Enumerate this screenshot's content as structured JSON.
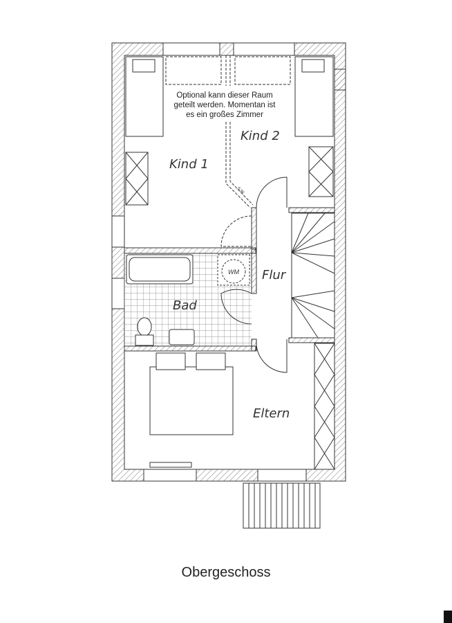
{
  "title": "Obergeschoss",
  "note": "Optional kann dieser Raum geteilt werden. Momentan ist es ein großes Zimmer",
  "rooms": {
    "kind1": "Kind 1",
    "kind2": "Kind 2",
    "flur": "Flur",
    "bad": "Bad",
    "eltern": "Eltern"
  },
  "fixtures": {
    "washing_machine": "WM",
    "wardrobe_mark": "S.W."
  }
}
